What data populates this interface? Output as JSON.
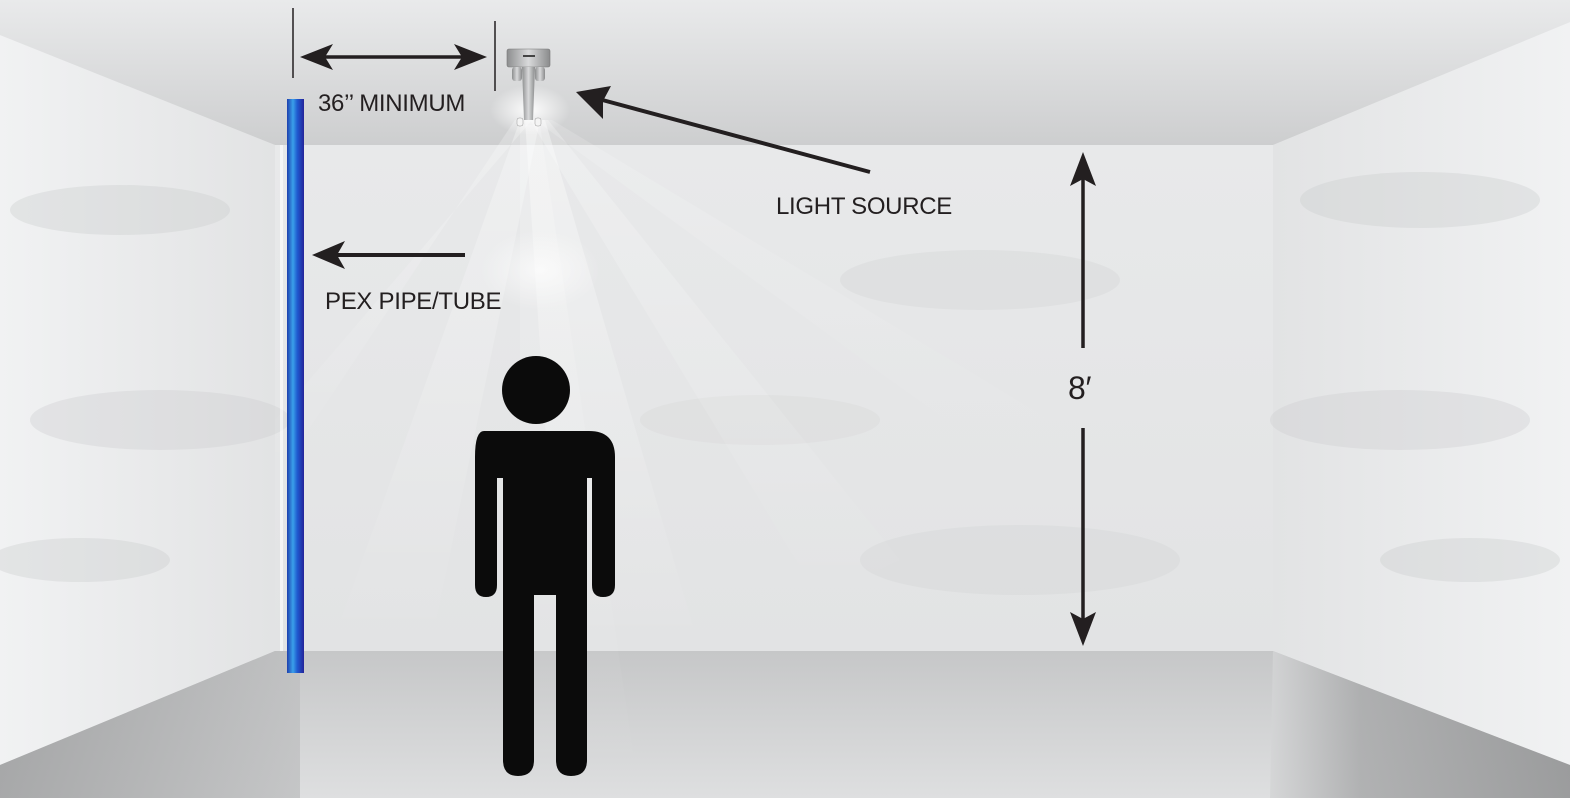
{
  "diagram": {
    "title": "PEX pipe/tube placement relative to light source",
    "labels": {
      "minimum_distance": "36’’ MINIMUM",
      "light_source": "LIGHT SOURCE",
      "pex_pipe": "PEX PIPE/TUBE",
      "ceiling_height": "8′"
    },
    "elements": [
      {
        "id": "room",
        "type": "3d-room-backdrop",
        "description": "Gray room with ceiling, side walls, back wall and floor"
      },
      {
        "id": "light-fixture",
        "type": "ceiling-light",
        "description": "Ceiling-mounted light fixture with light rays"
      },
      {
        "id": "pex-pipe",
        "type": "vertical-pipe",
        "color": "#1f4fc4"
      },
      {
        "id": "person",
        "type": "human-silhouette",
        "color": "#0b0b0b"
      },
      {
        "id": "dimension-36",
        "type": "horizontal-double-arrow",
        "meaning": "minimum distance between pipe and light source"
      },
      {
        "id": "dimension-8ft",
        "type": "vertical-double-arrow",
        "meaning": "ceiling height"
      },
      {
        "id": "arrow-light",
        "type": "pointer-arrow",
        "target": "light-fixture"
      },
      {
        "id": "arrow-pex",
        "type": "pointer-arrow",
        "target": "pex-pipe"
      }
    ],
    "colors": {
      "pipe_blue": "#1f4fc4",
      "pipe_highlight": "#3aa0ea",
      "arrow": "#231f20",
      "ceiling": "#d3d4d5",
      "back_wall": "#e6e7e8",
      "floor": "#c4c5c6"
    }
  }
}
